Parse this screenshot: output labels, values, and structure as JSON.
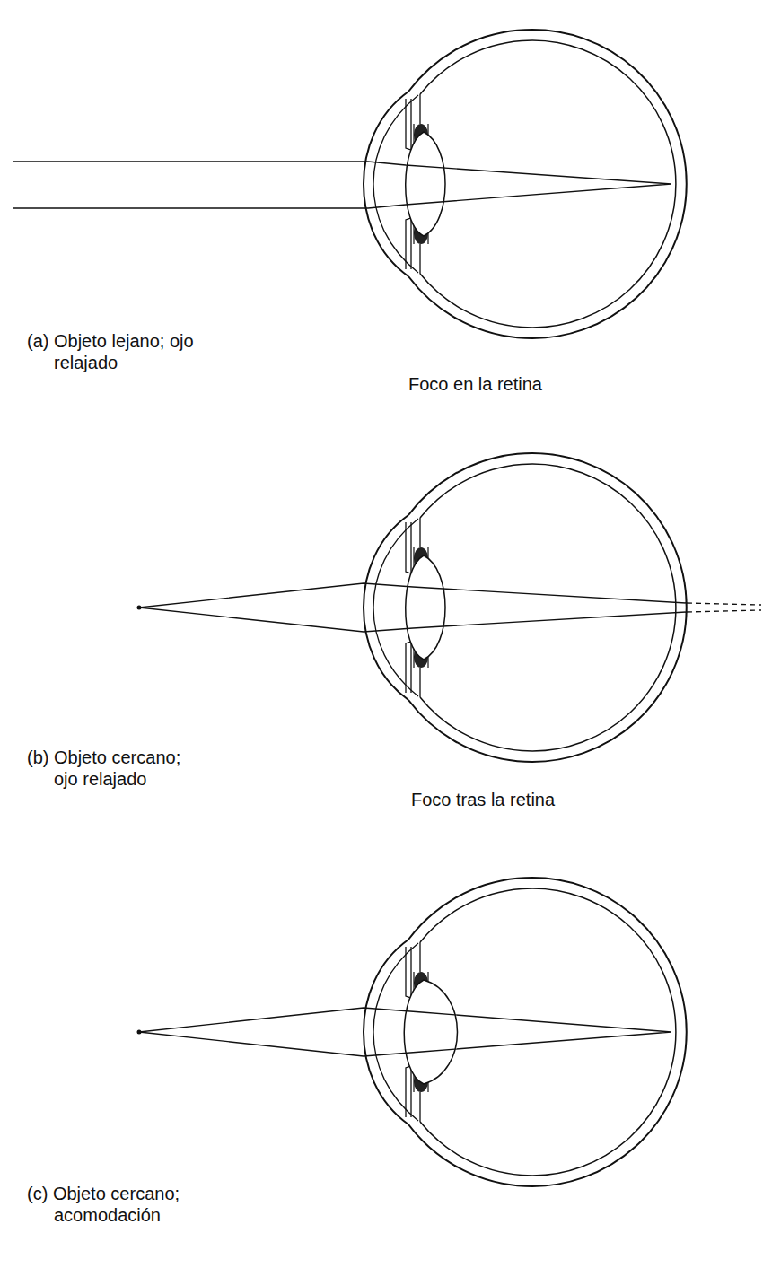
{
  "diagram": {
    "labels": [
      "(a) Objeto lejano; ojo relajado",
      "Foco en la retina",
      "(b) Objeto cercano; ojo relajado",
      "Foco tras la retina",
      "(c) Objeto cercano; acomodación"
    ]
  }
}
